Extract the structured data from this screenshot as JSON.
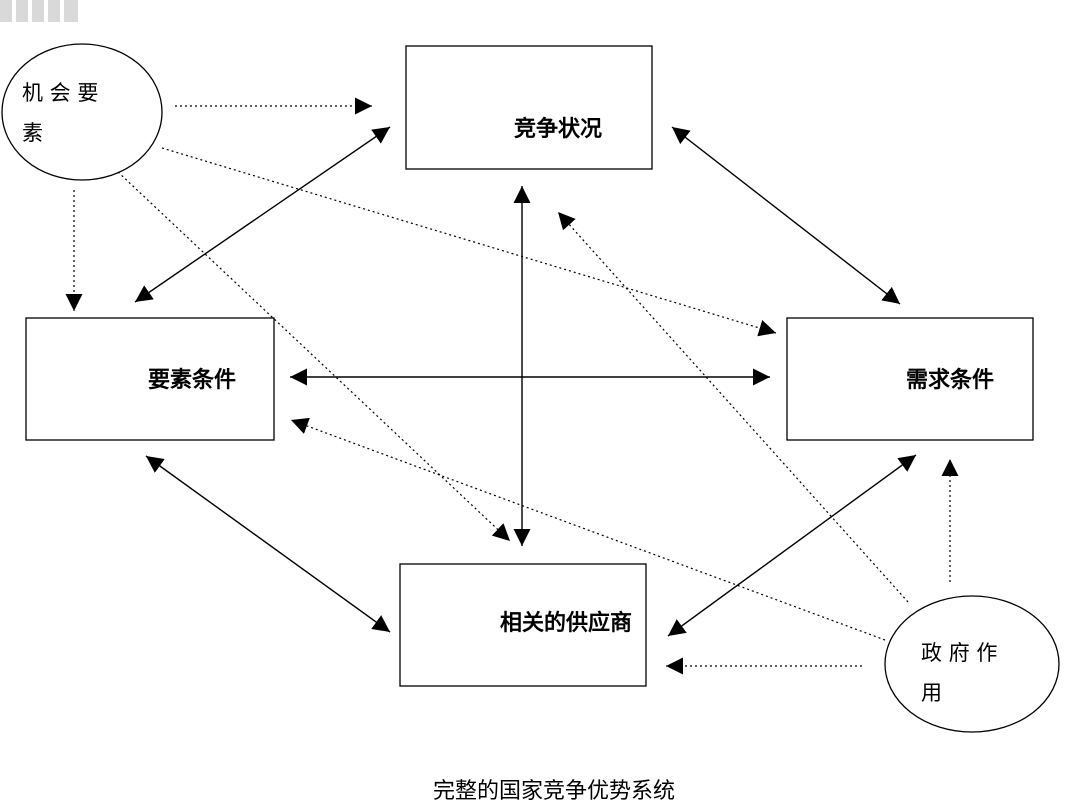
{
  "nodes": {
    "competition": "竞争状况",
    "factor": "要素条件",
    "demand": "需求条件",
    "related": "相关的供应商",
    "chance_line1": "机 会 要",
    "chance_line2": "素",
    "government_line1": "政 府 作",
    "government_line2": "用"
  },
  "caption": "完整的国家竞争优势系统",
  "icons": [
    "arrowhead",
    "corner-stripe"
  ]
}
